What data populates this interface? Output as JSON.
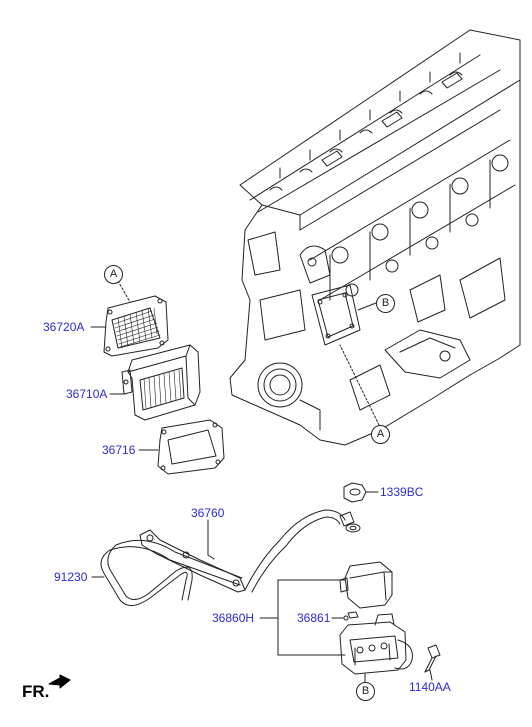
{
  "diagram": {
    "parts": {
      "p36720A": "36720A",
      "p36710A": "36710A",
      "p36716": "36716",
      "p36760": "36760",
      "p91230": "91230",
      "p1339BC": "1339BC",
      "p36860H": "36860H",
      "p36861": "36861",
      "p1140AA": "1140AA"
    },
    "refs": {
      "a_top": "A",
      "a_engine": "A",
      "b_engine": "B",
      "b_bottom": "B"
    },
    "direction_label": "FR."
  },
  "colors": {
    "label": "#2b2bd6",
    "line": "#222222"
  }
}
